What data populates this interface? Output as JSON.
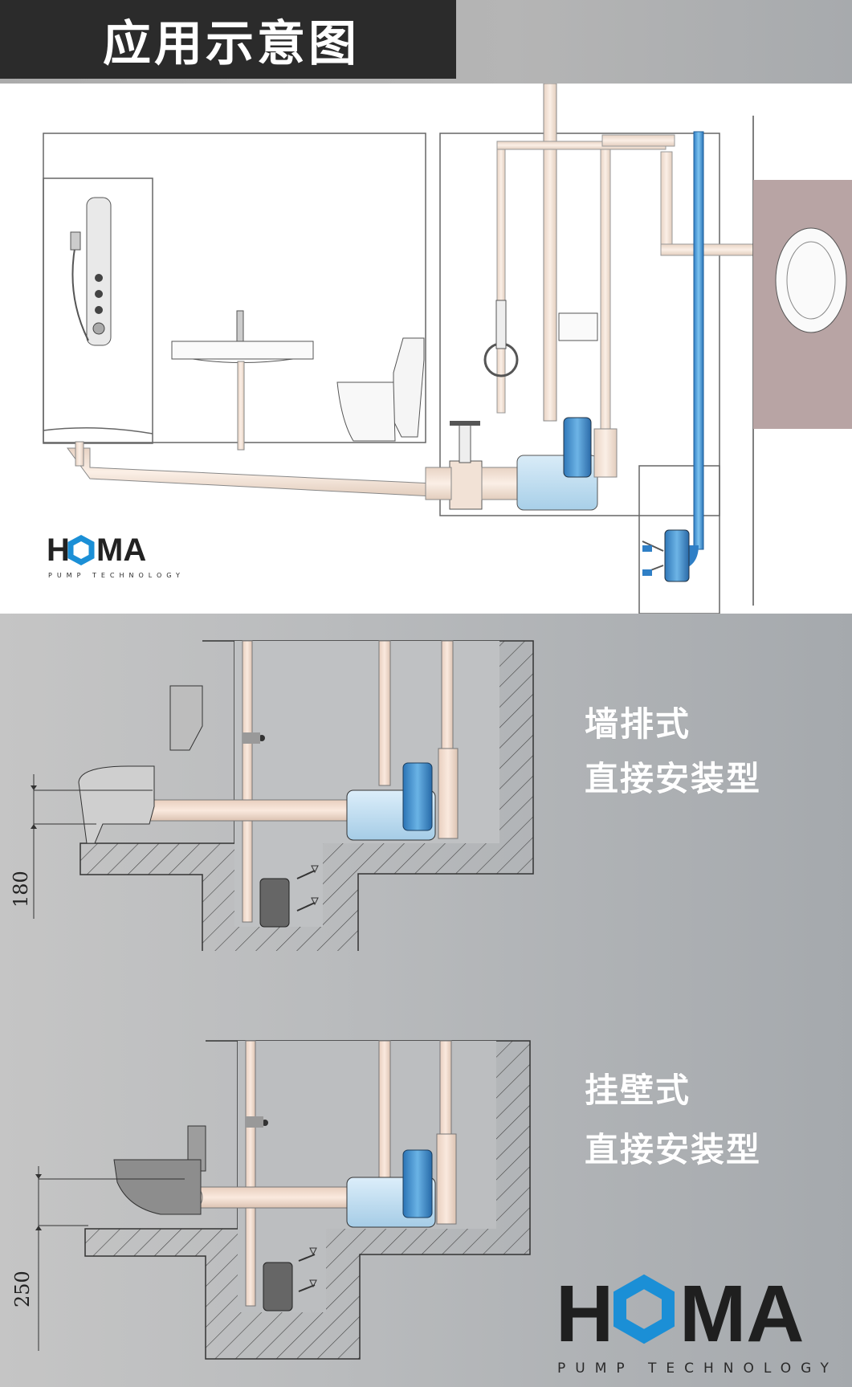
{
  "header": {
    "title": "应用示意图"
  },
  "brand": {
    "name": "HOMA",
    "tagline": "PUMP TECHNOLOGY"
  },
  "install_types": [
    {
      "caption_line1": "墙排式",
      "caption_line2": "直接安装型",
      "dimension": "180"
    },
    {
      "caption_line1": "挂壁式",
      "caption_line2": "直接安装型",
      "dimension": "250"
    }
  ],
  "colors": {
    "header_box": "#2b2b2b",
    "pump_blue": "#3d8fd1",
    "pipe_beige": "#f6e4d6",
    "wall_pink": "#b8a4a4",
    "logo_blue": "#1b8fd6"
  }
}
